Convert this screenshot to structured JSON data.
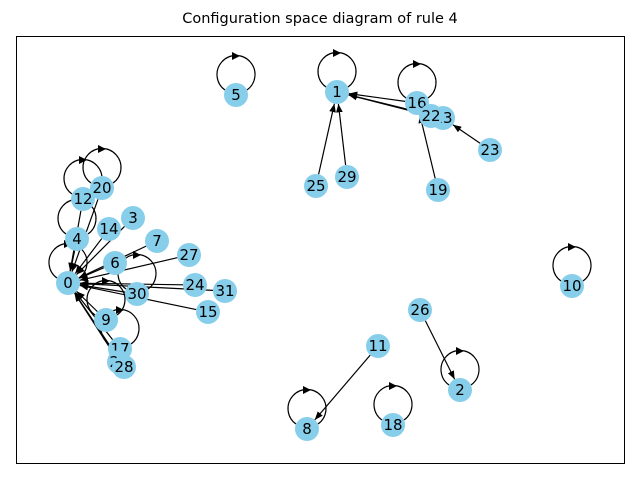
{
  "title": "Configuration space diagram of rule 4",
  "nodes": [
    "0",
    "1",
    "2",
    "3",
    "4",
    "5",
    "6",
    "7",
    "8",
    "9",
    "10",
    "11",
    "12",
    "13",
    "14",
    "15",
    "16",
    "17",
    "18",
    "19",
    "20",
    "21",
    "22",
    "23",
    "24",
    "25",
    "26",
    "27",
    "28",
    "29",
    "30",
    "31"
  ],
  "edges": [
    [
      "3",
      "0"
    ],
    [
      "4",
      "0"
    ],
    [
      "6",
      "0"
    ],
    [
      "7",
      "0"
    ],
    [
      "9",
      "0"
    ],
    [
      "12",
      "0"
    ],
    [
      "14",
      "0"
    ],
    [
      "15",
      "0"
    ],
    [
      "17",
      "0"
    ],
    [
      "20",
      "0"
    ],
    [
      "21",
      "0"
    ],
    [
      "24",
      "0"
    ],
    [
      "27",
      "0"
    ],
    [
      "28",
      "0"
    ],
    [
      "30",
      "0"
    ],
    [
      "31",
      "0"
    ],
    [
      "13",
      "1"
    ],
    [
      "16",
      "1"
    ],
    [
      "22",
      "1"
    ],
    [
      "25",
      "1"
    ],
    [
      "29",
      "1"
    ],
    [
      "19",
      "16"
    ],
    [
      "23",
      "13"
    ],
    [
      "26",
      "2"
    ],
    [
      "11",
      "8"
    ]
  ],
  "self_loops": [
    "0",
    "1",
    "2",
    "4",
    "5",
    "8",
    "9",
    "10",
    "12",
    "16",
    "17",
    "18",
    "20",
    "30"
  ],
  "colors": {
    "node_fill": "#87ceeb",
    "edge": "#000000"
  }
}
